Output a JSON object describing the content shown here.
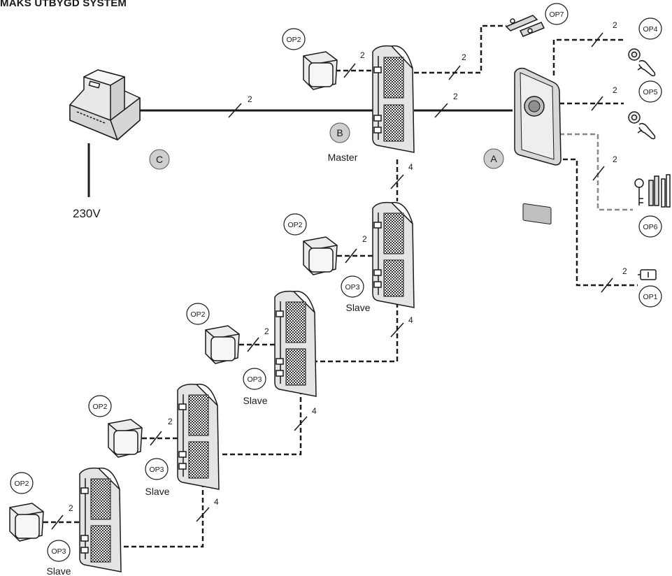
{
  "title": "MAKS UTBYGD SYSTEM",
  "supply_label": "230V",
  "letters": {
    "a": "A",
    "b": "B",
    "c": "C"
  },
  "role_labels": {
    "master": "Master",
    "slave": "Slave"
  },
  "tags": {
    "op1": "OP1",
    "op2": "OP2",
    "op3": "OP3",
    "op4": "OP4",
    "op5": "OP5",
    "op6": "OP6",
    "op7": "OP7"
  },
  "wire_counts": {
    "two": "2",
    "four": "4"
  },
  "colors": {
    "line": "#1a1a1a",
    "callout_fill": "#cfcfcf",
    "device_fill": "#e4e4e4",
    "panel_fill": "#d8d8d8"
  }
}
